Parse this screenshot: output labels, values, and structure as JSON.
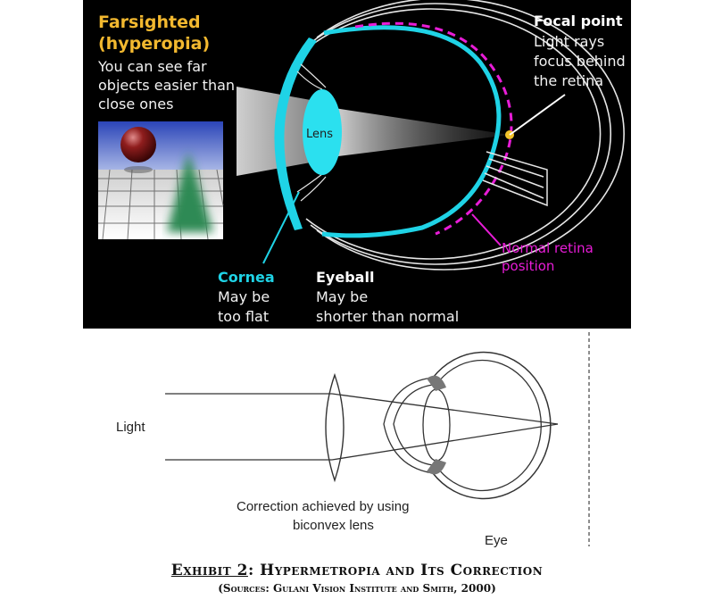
{
  "top_panel": {
    "title_line1": "Farsighted",
    "title_line2": "(hyperopia)",
    "desc_line1": "You can see far",
    "desc_line2": "objects easier than",
    "desc_line3": "close ones",
    "focal_title": "Focal point",
    "focal_line1": "Light rays",
    "focal_line2": "focus behind",
    "focal_line3": "the retina",
    "lens_label": "Lens",
    "retina_line1": "Normal retina",
    "retina_line2": "position",
    "cornea_title": "Cornea",
    "cornea_line1": "May be",
    "cornea_line2": "too flat",
    "eyeball_title": "Eyeball",
    "eyeball_line1": "May be",
    "eyeball_line2": "shorter than normal"
  },
  "bottom_panel": {
    "light_label": "Light",
    "correction_line1": "Correction achieved by using",
    "correction_line2": "biconvex lens",
    "eye_label": "Eye"
  },
  "caption": {
    "exhibit": "Exhibit 2",
    "title_rest": ":  Hypermetropia and Its Correction",
    "sources": "(Sources:  Gulani Vision Institute and  Smith, 2000)"
  },
  "colors": {
    "title": "#f2b82f",
    "cornea_lens": "#1fd3e6",
    "retina_marker": "#e81cd7",
    "focal_dot": "#f2c22a"
  }
}
